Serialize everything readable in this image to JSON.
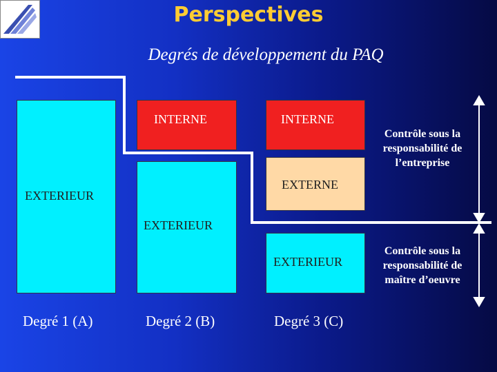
{
  "header": {
    "title": "Perspectives",
    "subtitle": "Degrés de développement du PAQ"
  },
  "columns": [
    {
      "degree": "Degré 1 (A)",
      "box_label": "EXTERIEUR"
    },
    {
      "degree": "Degré 2 (B)",
      "top_label": "INTERNE",
      "bottom_label": "EXTERIEUR"
    },
    {
      "degree": "Degré 3 (C)",
      "top_label": "INTERNE",
      "middle_label": "EXTERNE",
      "bottom_label": "EXTERIEUR"
    }
  ],
  "side_notes": {
    "upper": "Contrôle sous la responsabilité de l’entreprise",
    "lower": "Contrôle sous la responsabilité de maître d’oeuvre"
  },
  "colors": {
    "exterieur": "#00f0ff",
    "interne": "#f02020",
    "externe": "#ffd9a6",
    "title": "#ffcc33"
  }
}
